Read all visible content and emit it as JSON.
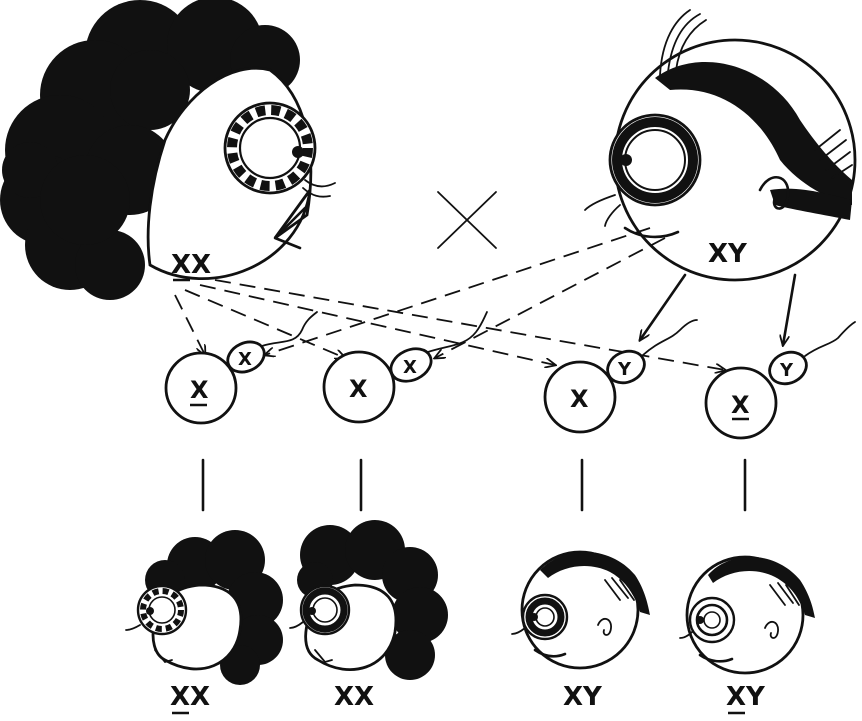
{
  "parents": {
    "mother_label": "XX",
    "father_label": "XY",
    "cross_symbol": "×"
  },
  "gametes": {
    "eggs": [
      "X",
      "X",
      "X",
      "X"
    ],
    "sperm": [
      "X",
      "X",
      "Y",
      "Y"
    ]
  },
  "offspring": {
    "labels": [
      "XX",
      "XX",
      "XY",
      "XY"
    ]
  },
  "colors": {
    "ink": "#111111",
    "paper": "#ffffff"
  },
  "icons": [
    "female-head-icon",
    "male-head-icon",
    "egg-icon",
    "sperm-icon",
    "eye-icon",
    "ear-icon"
  ]
}
